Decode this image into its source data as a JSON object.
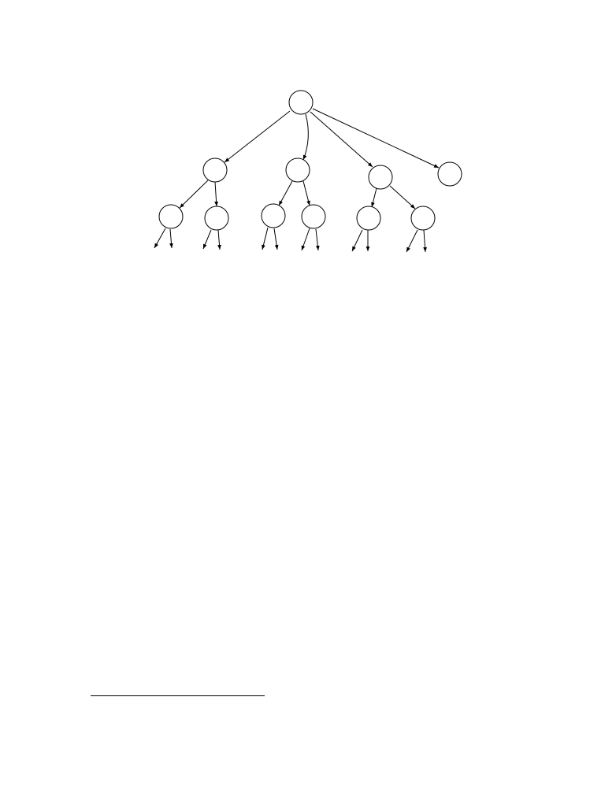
{
  "diagram": {
    "stroke_color": "#000000",
    "fill_color": "#ffffff",
    "nodes": [
      {
        "id": "root"
      },
      {
        "id": "a"
      },
      {
        "id": "b"
      },
      {
        "id": "c"
      },
      {
        "id": "d"
      },
      {
        "id": "a1"
      },
      {
        "id": "a2"
      },
      {
        "id": "b1"
      },
      {
        "id": "b2"
      },
      {
        "id": "c1"
      },
      {
        "id": "c2"
      }
    ],
    "edges": [
      {
        "from": "root",
        "to": "a"
      },
      {
        "from": "root",
        "to": "b"
      },
      {
        "from": "root",
        "to": "c"
      },
      {
        "from": "root",
        "to": "d"
      },
      {
        "from": "a",
        "to": "a1"
      },
      {
        "from": "a",
        "to": "a2"
      },
      {
        "from": "b",
        "to": "b1"
      },
      {
        "from": "b",
        "to": "b2"
      },
      {
        "from": "c",
        "to": "c1"
      },
      {
        "from": "c",
        "to": "c2"
      }
    ],
    "stub_arrows_per_leaf": 2
  }
}
